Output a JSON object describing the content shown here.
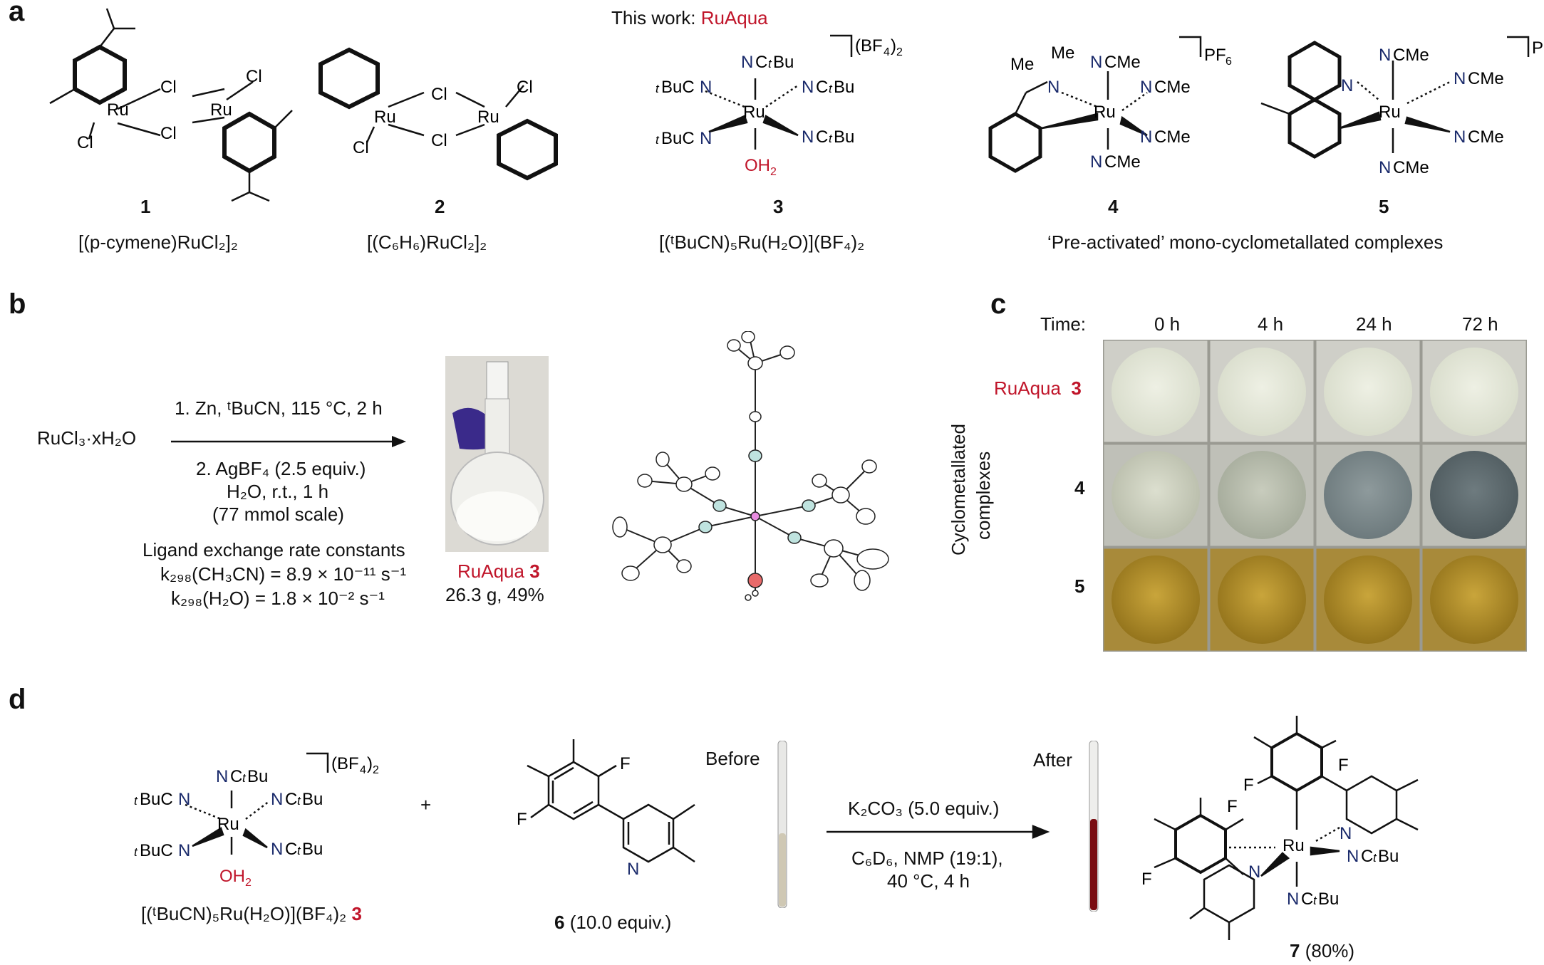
{
  "panels": {
    "a": "a",
    "b": "b",
    "c": "c",
    "d": "d"
  },
  "colors": {
    "red": "#c0152a",
    "navy": "#1a2a6b",
    "grey_photo": "#b9b9b2",
    "sample_white": "#e4e6d9",
    "sample_grey": "#7d8a8c",
    "sample_yellow": "#b9962c"
  },
  "panel_a": {
    "this_work_prefix": "This work: ",
    "this_work_name": "RuAqua",
    "compounds": [
      {
        "number": "1",
        "name": "[(p-cymene)RuCl₂]₂"
      },
      {
        "number": "2",
        "name": "[(C₆H₆)RuCl₂]₂"
      },
      {
        "number": "3",
        "name": "[(ᵗBuCN)₅Ru(H₂O)](BF₄)₂"
      },
      {
        "number": "4",
        "name": ""
      },
      {
        "number": "5",
        "name": ""
      }
    ],
    "bracket_label_right": "‘Pre-activated’ mono-cyclometallated complexes",
    "atoms": {
      "ru": "Ru",
      "cl": "Cl",
      "n": "N",
      "me": "Me",
      "ncbu": "NCᵗBu",
      "bucn": "ᵗBuCN",
      "oh2": "OH₂",
      "ncme": "NCMe",
      "bf4": "(BF₄)₂",
      "pf6": "PF₆"
    }
  },
  "panel_b": {
    "reactant": "RuCl₃·xH₂O",
    "step1": "1. Zn, ᵗBuCN, 115 °C, 2 h",
    "step2_line1": "2. AgBF₄ (2.5 equiv.)",
    "step2_line2": "H₂O, r.t., 1 h",
    "step2_line3": "(77 mmol scale)",
    "rates_title": "Ligand exchange rate constants",
    "rate1": "k₂₉₈(CH₃CN) = 8.9 × 10⁻¹¹ s⁻¹",
    "rate2": "k₂₉₈(H₂O) = 1.8 × 10⁻² s⁻¹",
    "product_name": "RuAqua",
    "product_number": "3",
    "product_yield": "26.3 g, 49%"
  },
  "panel_c": {
    "time_label": "Time:",
    "times": [
      "0 h",
      "4 h",
      "24 h",
      "72 h"
    ],
    "row_labels": [
      "RuAqua",
      "4",
      "5"
    ],
    "row1_number": "3",
    "side_label_1": "Cyclometallated",
    "side_label_2": "complexes"
  },
  "panel_d": {
    "complex_label": "[(ᵗBuCN)₅Ru(H₂O)](BF₄)₂",
    "complex_number": "3",
    "plus": "+",
    "substrate_number": "6",
    "substrate_equiv": "(10.0 equiv.)",
    "before": "Before",
    "after": "After",
    "cond1": "K₂CO₃ (5.0 equiv.)",
    "cond2": "C₆D₆, NMP (19:1),",
    "cond3": "40 °C, 4 h",
    "product_number": "7",
    "product_yield": "(80%)",
    "atoms": {
      "f": "F",
      "n": "N"
    }
  }
}
